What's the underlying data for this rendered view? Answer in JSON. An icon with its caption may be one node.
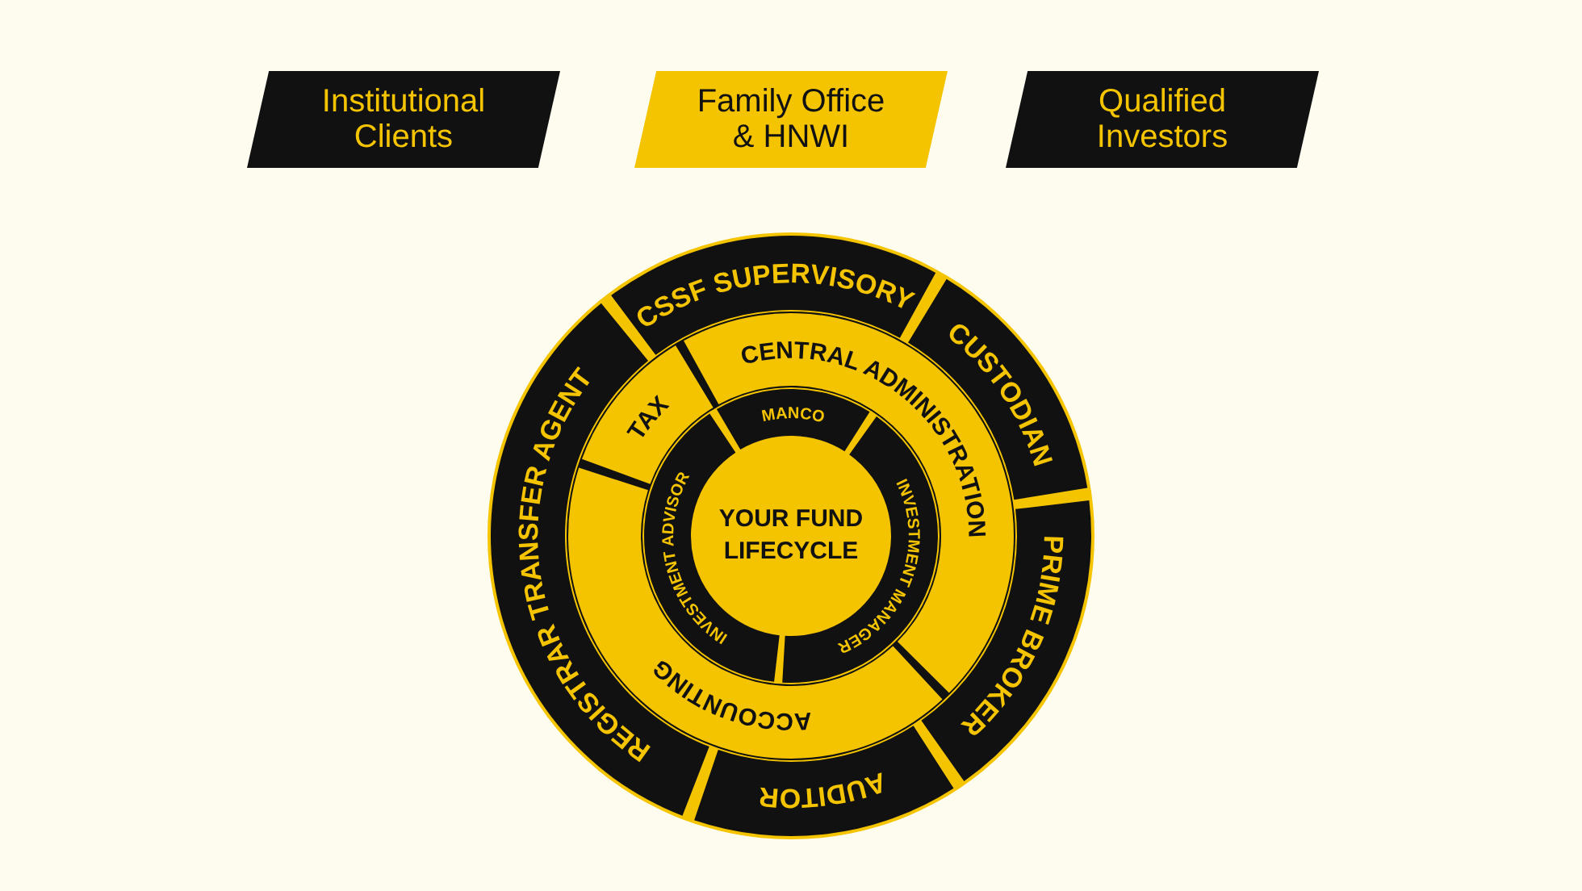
{
  "diagram": {
    "nodes": [
      {
        "text": [
          "Institutional Clients"
        ]
      },
      {
        "text": [
          "Family Office & HNWI"
        ]
      },
      {
        "text": [
          "Qualified Investors"
        ]
      },
      {
        "text": [
          "CSSF SUPERVISORY"
        ]
      },
      {
        "text": [
          "CUSTODIAN"
        ]
      },
      {
        "text": [
          "PRIME BROKER"
        ]
      },
      {
        "text": [
          "AUDITOR"
        ]
      },
      {
        "text": [
          "REGISTRAR TRANSFER AGENT"
        ]
      },
      {
        "text": [
          "CENTRAL ADMINISTRATION"
        ]
      },
      {
        "text": [
          "ACCOUNTING"
        ]
      },
      {
        "text": [
          "TAX"
        ]
      },
      {
        "text": [
          "MANCO"
        ]
      },
      {
        "text": [
          "INVESTMENT MANAGER"
        ]
      },
      {
        "text": [
          "INVESTMENT ADVISOR"
        ]
      },
      {
        "text": [
          "YOUR FUND LIFECYCLE"
        ]
      }
    ]
  }
}
